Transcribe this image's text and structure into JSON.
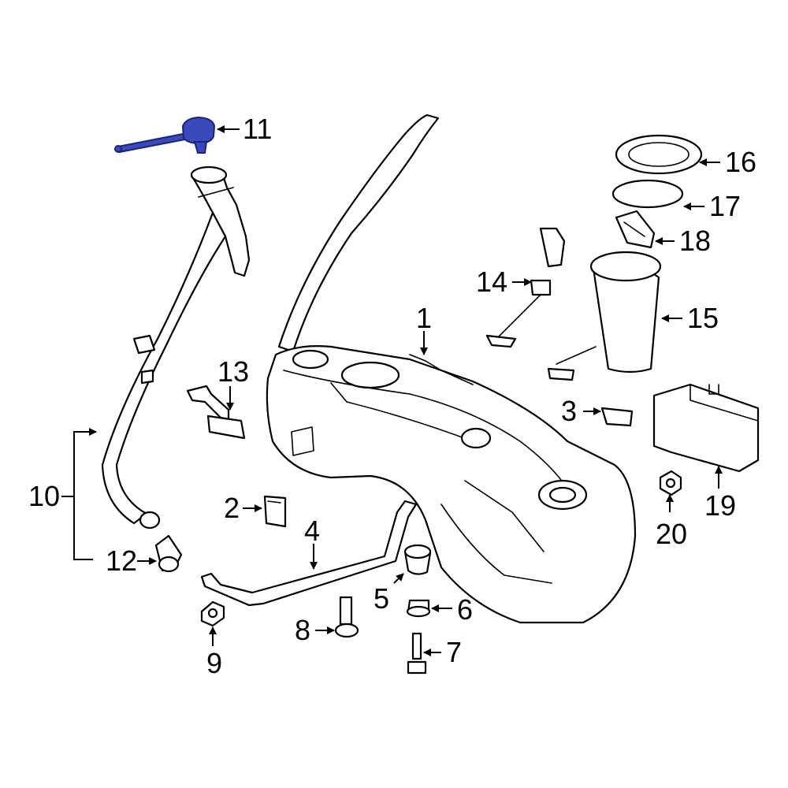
{
  "colors": {
    "background": "#ffffff",
    "line": "#000000",
    "highlight_fill": "#3949b7",
    "highlight_stroke": "#1a237e"
  },
  "callouts": [
    {
      "id": "1",
      "text": "1"
    },
    {
      "id": "2",
      "text": "2"
    },
    {
      "id": "3",
      "text": "3"
    },
    {
      "id": "4",
      "text": "4"
    },
    {
      "id": "5",
      "text": "5"
    },
    {
      "id": "6",
      "text": "6"
    },
    {
      "id": "7",
      "text": "7"
    },
    {
      "id": "8",
      "text": "8"
    },
    {
      "id": "9",
      "text": "9"
    },
    {
      "id": "10",
      "text": "10"
    },
    {
      "id": "11",
      "text": "11"
    },
    {
      "id": "12",
      "text": "12"
    },
    {
      "id": "13",
      "text": "13"
    },
    {
      "id": "14",
      "text": "14"
    },
    {
      "id": "15",
      "text": "15"
    },
    {
      "id": "16",
      "text": "16"
    },
    {
      "id": "17",
      "text": "17"
    },
    {
      "id": "18",
      "text": "18"
    },
    {
      "id": "19",
      "text": "19"
    },
    {
      "id": "20",
      "text": "20"
    }
  ],
  "highlighted_part": "11"
}
